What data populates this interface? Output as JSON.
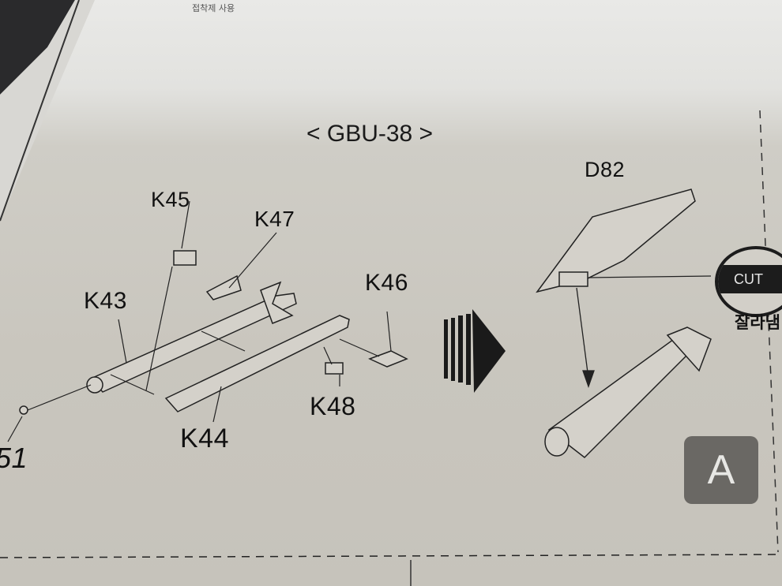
{
  "sheet": {
    "top_note": "접착제 사용",
    "title": "< GBU-38 >",
    "parts": {
      "k45": "K45",
      "k47": "K47",
      "k43": "K43",
      "k46": "K46",
      "k48": "K48",
      "k44": "K44",
      "p51": "51",
      "d82": "D82"
    },
    "cut_label": "CUT",
    "cut_korean": "잘라냄",
    "step_letter": "A"
  }
}
